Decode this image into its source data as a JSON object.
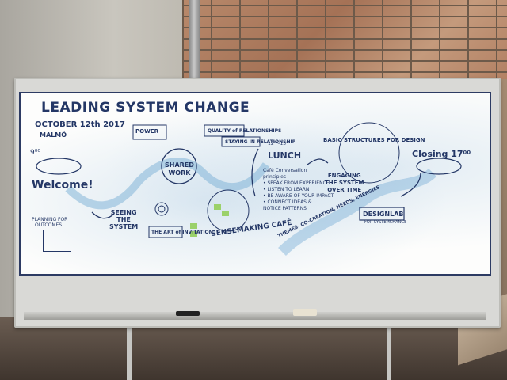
{
  "poster": {
    "title": "LEADING SYSTEM CHANGE",
    "date": "OCTOBER 12th 2017",
    "place": "MALMÖ",
    "welcome_time": "9⁰⁰",
    "welcome": "Welcome!",
    "planning_line1": "PLANNING FOR",
    "planning_line2": "OUTCOMES",
    "seeing_line1": "SEEING",
    "seeing_line2": "THE",
    "seeing_line3": "SYSTEM",
    "shared_line1": "SHARED",
    "shared_line2": "WORK",
    "power": "POWER",
    "relationships": "QUALITY of RELATIONSHIPS",
    "staying": "STAYING IN RELATIONSHIP",
    "invitation": "THE ART of INVITATION",
    "lunch_time": "12³⁰–13⁰⁰",
    "lunch": "LUNCH",
    "principles": [
      "Café Conversation",
      "principles",
      "• SPEAK FROM EXPERIENCE",
      "• LISTEN TO LEARN",
      "• BE AWARE OF YOUR IMPACT",
      "• CONNECT IDEAS &",
      "  NOTICE PATTERNS"
    ],
    "basic_structures": "BASIC STRUCTURES FOR DESIGN",
    "engaging_line1": "ENGAGING",
    "engaging_line2": "THE SYSTEM",
    "engaging_line3": "OVER TIME",
    "closing": "Closing 17⁰⁰",
    "designlab": "DESIGNLAB",
    "designlab_sub": "FOR SYSTEMCHANGE",
    "sensemaking": "SENSEMAKING CAFÉ",
    "themes": "THEMES, CO-CREATION, NEEDS, ENERGIES"
  },
  "colors": {
    "ink": "#243766",
    "wash": "#7ab0d6",
    "sticky": "#9bd16a"
  }
}
